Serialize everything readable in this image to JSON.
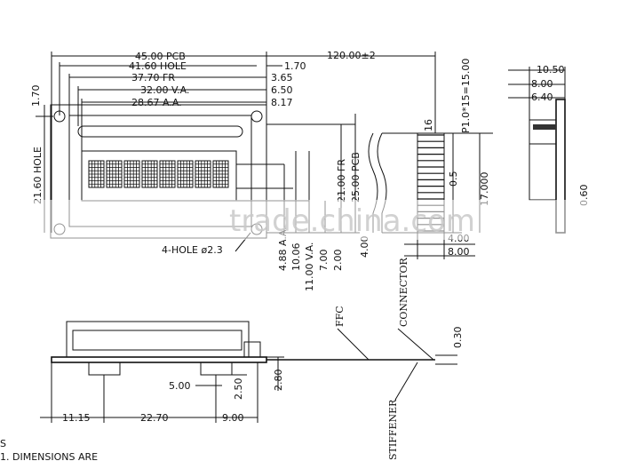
{
  "watermark": "trade.china.com",
  "front_view": {
    "pcb_width": "45.00 PCB",
    "hole_pitch": "41.60 HOLE",
    "frame_width": "37.70 FR",
    "view_area": "32.00 V.A.",
    "active_area": "28.67 A.A.",
    "fpc_length": "120.00±2",
    "right_1": "1.70",
    "right_2": "3.65",
    "right_3": "6.50",
    "right_4": "8.17",
    "left_top": "1.70",
    "left_height": "21.60 HOLE",
    "hole_note": "4-HOLE ø2.3",
    "v_aa": "4.88 A.A.",
    "v_1006": "10.06",
    "v_va": "11.00 V.A.",
    "v_700": "7.00",
    "v_200": "2.00",
    "v_fr": "21.00 FR",
    "v_pcb": "25.00 PCB",
    "v_400": "4.00"
  },
  "fpc_view": {
    "pitch": "P1.0*15=15.00",
    "pin_count": "16",
    "v_05": "0.5",
    "v_17": "17.000",
    "h_400": "4.00",
    "h_800": "8.00"
  },
  "side_view": {
    "d1": "10.50",
    "d2": "8.00",
    "d3": "6.40",
    "d4": "0.60"
  },
  "bottom_view": {
    "ffc": "FFC",
    "connector": "CONNECTOR",
    "stiffener": "STIFFENER",
    "t030": "0.30",
    "t280": "2.80",
    "t250": "2.50",
    "t500": "5.00",
    "t1115": "11.15",
    "t2270": "22.70",
    "t900": "9.00"
  },
  "notes": {
    "line1": "S",
    "line2": "1. DIMENSIONS ARE"
  }
}
